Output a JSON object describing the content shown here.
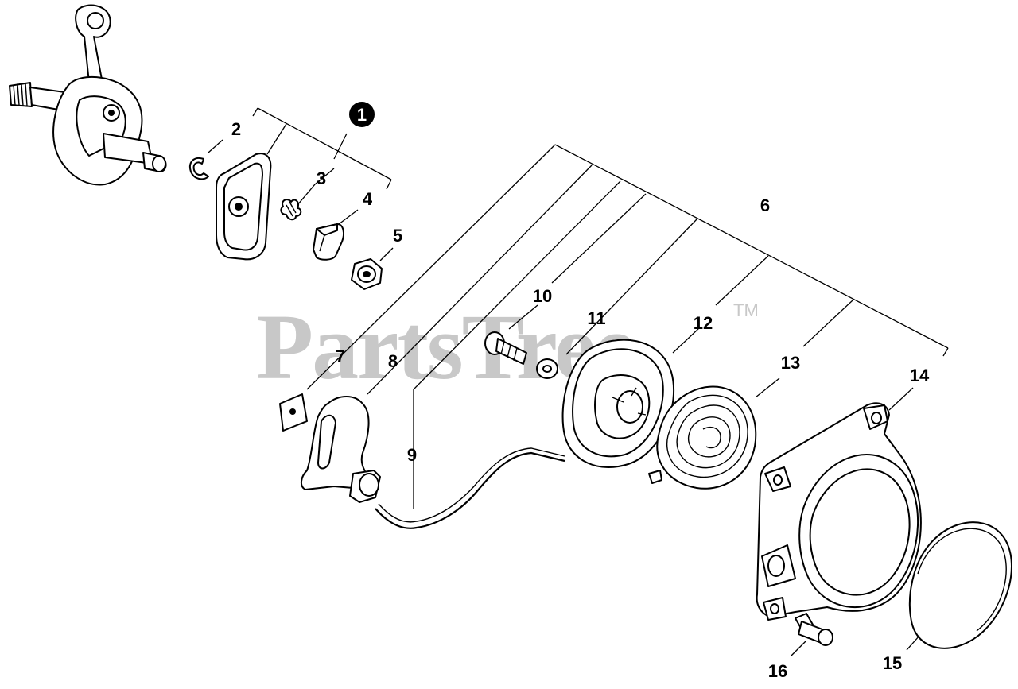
{
  "watermark": {
    "text": "PartsTree",
    "trademark": "TM"
  },
  "callouts": [
    {
      "id": "1",
      "label": "1",
      "style": "filled-circle"
    },
    {
      "id": "2",
      "label": "2"
    },
    {
      "id": "3",
      "label": "3"
    },
    {
      "id": "4",
      "label": "4"
    },
    {
      "id": "5",
      "label": "5"
    },
    {
      "id": "6",
      "label": "6"
    },
    {
      "id": "7",
      "label": "7"
    },
    {
      "id": "8",
      "label": "8"
    },
    {
      "id": "9",
      "label": "9"
    },
    {
      "id": "10",
      "label": "10"
    },
    {
      "id": "11",
      "label": "11"
    },
    {
      "id": "12",
      "label": "12"
    },
    {
      "id": "13",
      "label": "13"
    },
    {
      "id": "14",
      "label": "14"
    },
    {
      "id": "15",
      "label": "15"
    },
    {
      "id": "16",
      "label": "16"
    }
  ],
  "colors": {
    "line": "#000000",
    "watermark": "#c8c8c8",
    "background": "#ffffff"
  }
}
